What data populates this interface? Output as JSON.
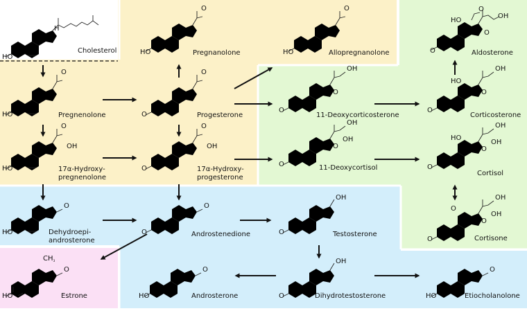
{
  "colors": {
    "progestogen_region": "#fcf1c8",
    "corticoid_region": "#e3f8d3",
    "androgen_region": "#d3eefb",
    "estrogen_region": "#fbe0f5",
    "arrow": "#111111"
  },
  "compounds": {
    "cholesterol": "Cholesterol",
    "pregnanolone": "Pregnanolone",
    "allopregnanolone": "Allopregnanolone",
    "aldosterone": "Aldosterone",
    "pregnenolone": "Pregnenolone",
    "progesterone": "Progesterone",
    "deoxycorticosterone": "11-Deoxycorticosterone",
    "corticosterone": "Corticosterone",
    "hydroxypregnenolone": [
      "17α-Hydroxy-",
      "pregnenolone"
    ],
    "hydroxyprogesterone": [
      "17α-Hydroxy-",
      "progesterone"
    ],
    "deoxycortisol": "11-Deoxycortisol",
    "cortisol": "Cortisol",
    "dhea": [
      "Dehydroepi-",
      "androsterone"
    ],
    "androstenedione": "Androstenedione",
    "testosterone": "Testosterone",
    "cortisone": "Cortisone",
    "estrone": "Estrone",
    "androsterone": "Androsterone",
    "dihydrotestosterone": "Dihydrotestosterone",
    "etiocholanolone": "Etiocholanolone"
  },
  "atom_labels": {
    "ho": "HO",
    "o": "O",
    "oh": "OH",
    "h": "H",
    "ch3": "CH",
    "sub3": "3"
  }
}
